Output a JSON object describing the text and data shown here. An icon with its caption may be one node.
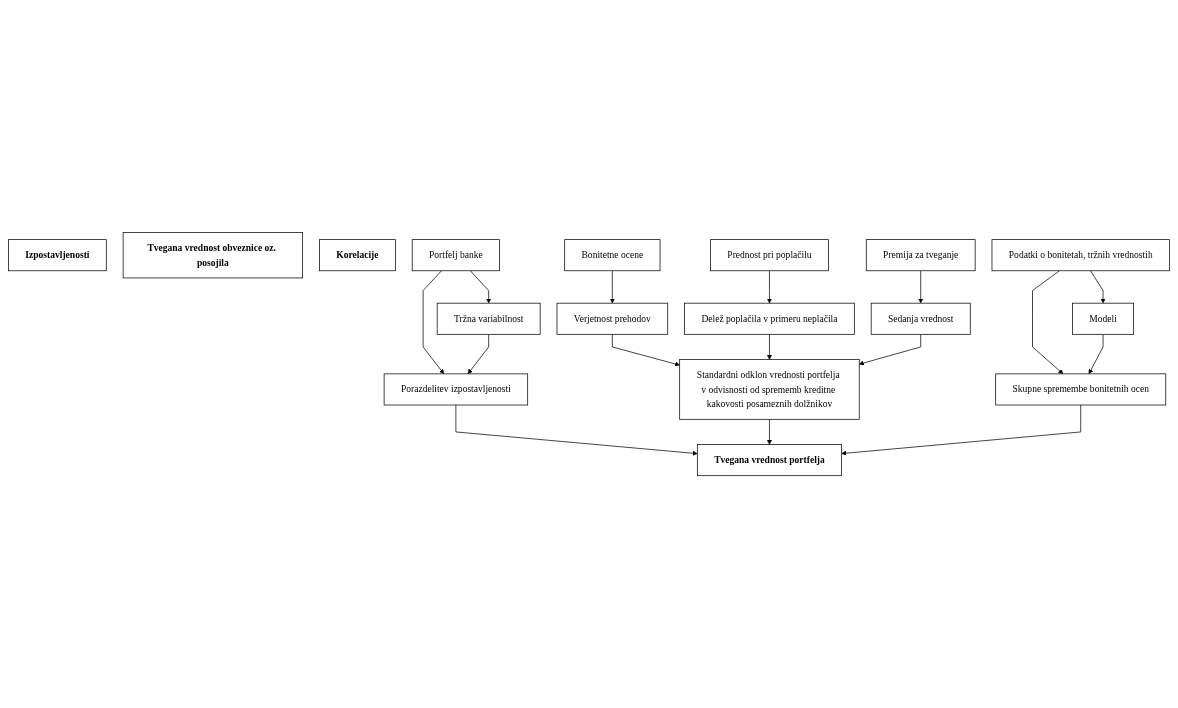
{
  "diagram": {
    "nodes": [
      {
        "text": [
          "Izpostavljenosti"
        ]
      },
      {
        "text": [
          "Tvegana vrednost obveznice oz. posojila"
        ]
      },
      {
        "text": [
          "Korelacije"
        ]
      },
      {
        "text": [
          "Portfelj banke"
        ]
      },
      {
        "text": [
          "Bonitetne ocene"
        ]
      },
      {
        "text": [
          "Prednost pri poplačilu"
        ]
      },
      {
        "text": [
          "Premija za tveganje"
        ]
      },
      {
        "text": [
          "Podatki o bonitetah, tržnih vrednostih"
        ]
      },
      {
        "text": [
          "Tržna variabilnost"
        ]
      },
      {
        "text": [
          "Verjetnost prehodov"
        ]
      },
      {
        "text": [
          "Delež poplačila v primeru neplačila"
        ]
      },
      {
        "text": [
          "Sedanja vrednost"
        ]
      },
      {
        "text": [
          "Modeli"
        ]
      },
      {
        "text": [
          "Porazdelitev izpostavljenosti"
        ]
      },
      {
        "text": [
          "Standardni odklon vrednosti portfelja v odvisnosti od sprememb kreditne kakovosti posameznih dolžnikov"
        ]
      },
      {
        "text": [
          "Skupne spremembe bonitetnih ocen"
        ]
      },
      {
        "text": [
          "Tvegana vrednost portfelja"
        ]
      }
    ],
    "edges": [
      {
        "from": 3,
        "to": 8,
        "arrow": "to"
      },
      {
        "from": 3,
        "to": 13,
        "arrow": "to"
      },
      {
        "from": 4,
        "to": 9,
        "arrow": "to"
      },
      {
        "from": 5,
        "to": 10,
        "arrow": "to"
      },
      {
        "from": 6,
        "to": 11,
        "arrow": "to"
      },
      {
        "from": 7,
        "to": 12,
        "arrow": "to"
      },
      {
        "from": 7,
        "to": 15,
        "arrow": "to"
      },
      {
        "from": 8,
        "to": 13,
        "arrow": "to"
      },
      {
        "from": 9,
        "to": 14,
        "arrow": "to"
      },
      {
        "from": 10,
        "to": 14,
        "arrow": "to"
      },
      {
        "from": 11,
        "to": 14,
        "arrow": "to"
      },
      {
        "from": 12,
        "to": 15,
        "arrow": "to"
      },
      {
        "from": 13,
        "to": 16,
        "arrow": "to"
      },
      {
        "from": 14,
        "to": 16,
        "arrow": "to"
      },
      {
        "from": 15,
        "to": 16,
        "arrow": "to"
      }
    ]
  }
}
